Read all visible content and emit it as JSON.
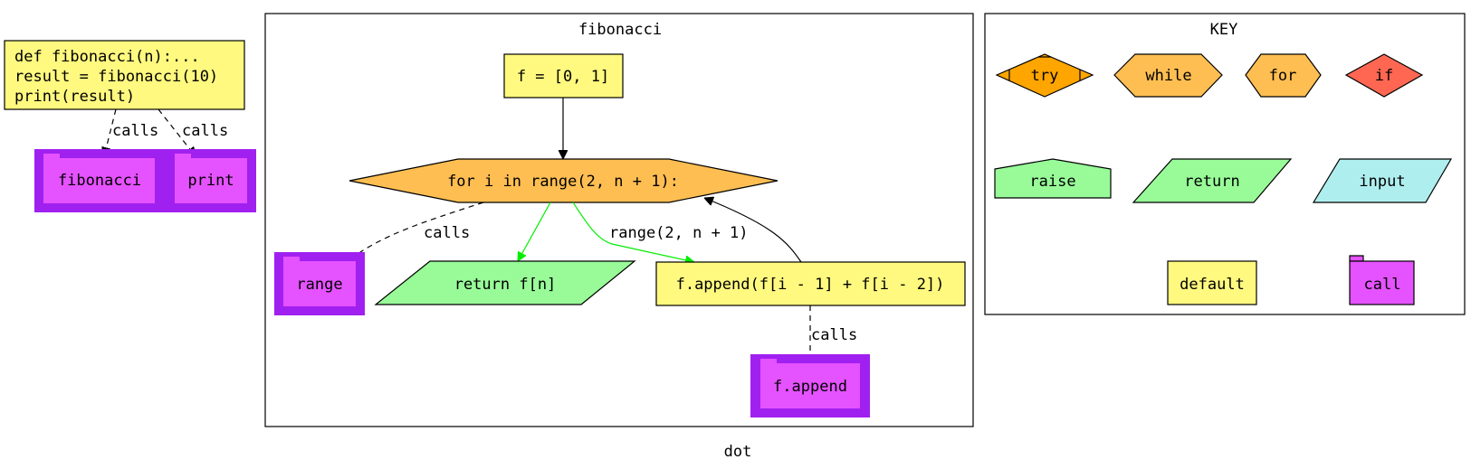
{
  "colors": {
    "code": "#fff97f",
    "loop": "#ffbe52",
    "try": "#ffa500",
    "if": "#ff6752",
    "return": "#98fb98",
    "raise": "#98fb98",
    "input": "#afeeee",
    "call_outer": "#a020f0",
    "call_inner": "#e552ff",
    "green_edge": "#00ee00"
  },
  "graph": {
    "label": "dot"
  },
  "module": {
    "code_lines": [
      "def fibonacci(n):...",
      "result = fibonacci(10)",
      "print(result)"
    ],
    "calls": [
      "fibonacci",
      "print"
    ],
    "edge_label": "calls"
  },
  "cluster": {
    "title": "fibonacci",
    "init": "f = [0, 1]",
    "loop": "for i in range(2, n + 1):",
    "return_node": "return f[n]",
    "append_node": "f.append(f[i - 1] + f[i - 2])",
    "range_call": "range",
    "append_call": "f.append",
    "edge_calls": "calls",
    "loop_edge": "range(2, n + 1)",
    "calls2": "calls"
  },
  "key": {
    "title": "KEY",
    "items": {
      "try": "try",
      "while": "while",
      "for": "for",
      "if": "if",
      "raise": "raise",
      "return": "return",
      "input": "input",
      "default": "default",
      "call": "call"
    }
  }
}
